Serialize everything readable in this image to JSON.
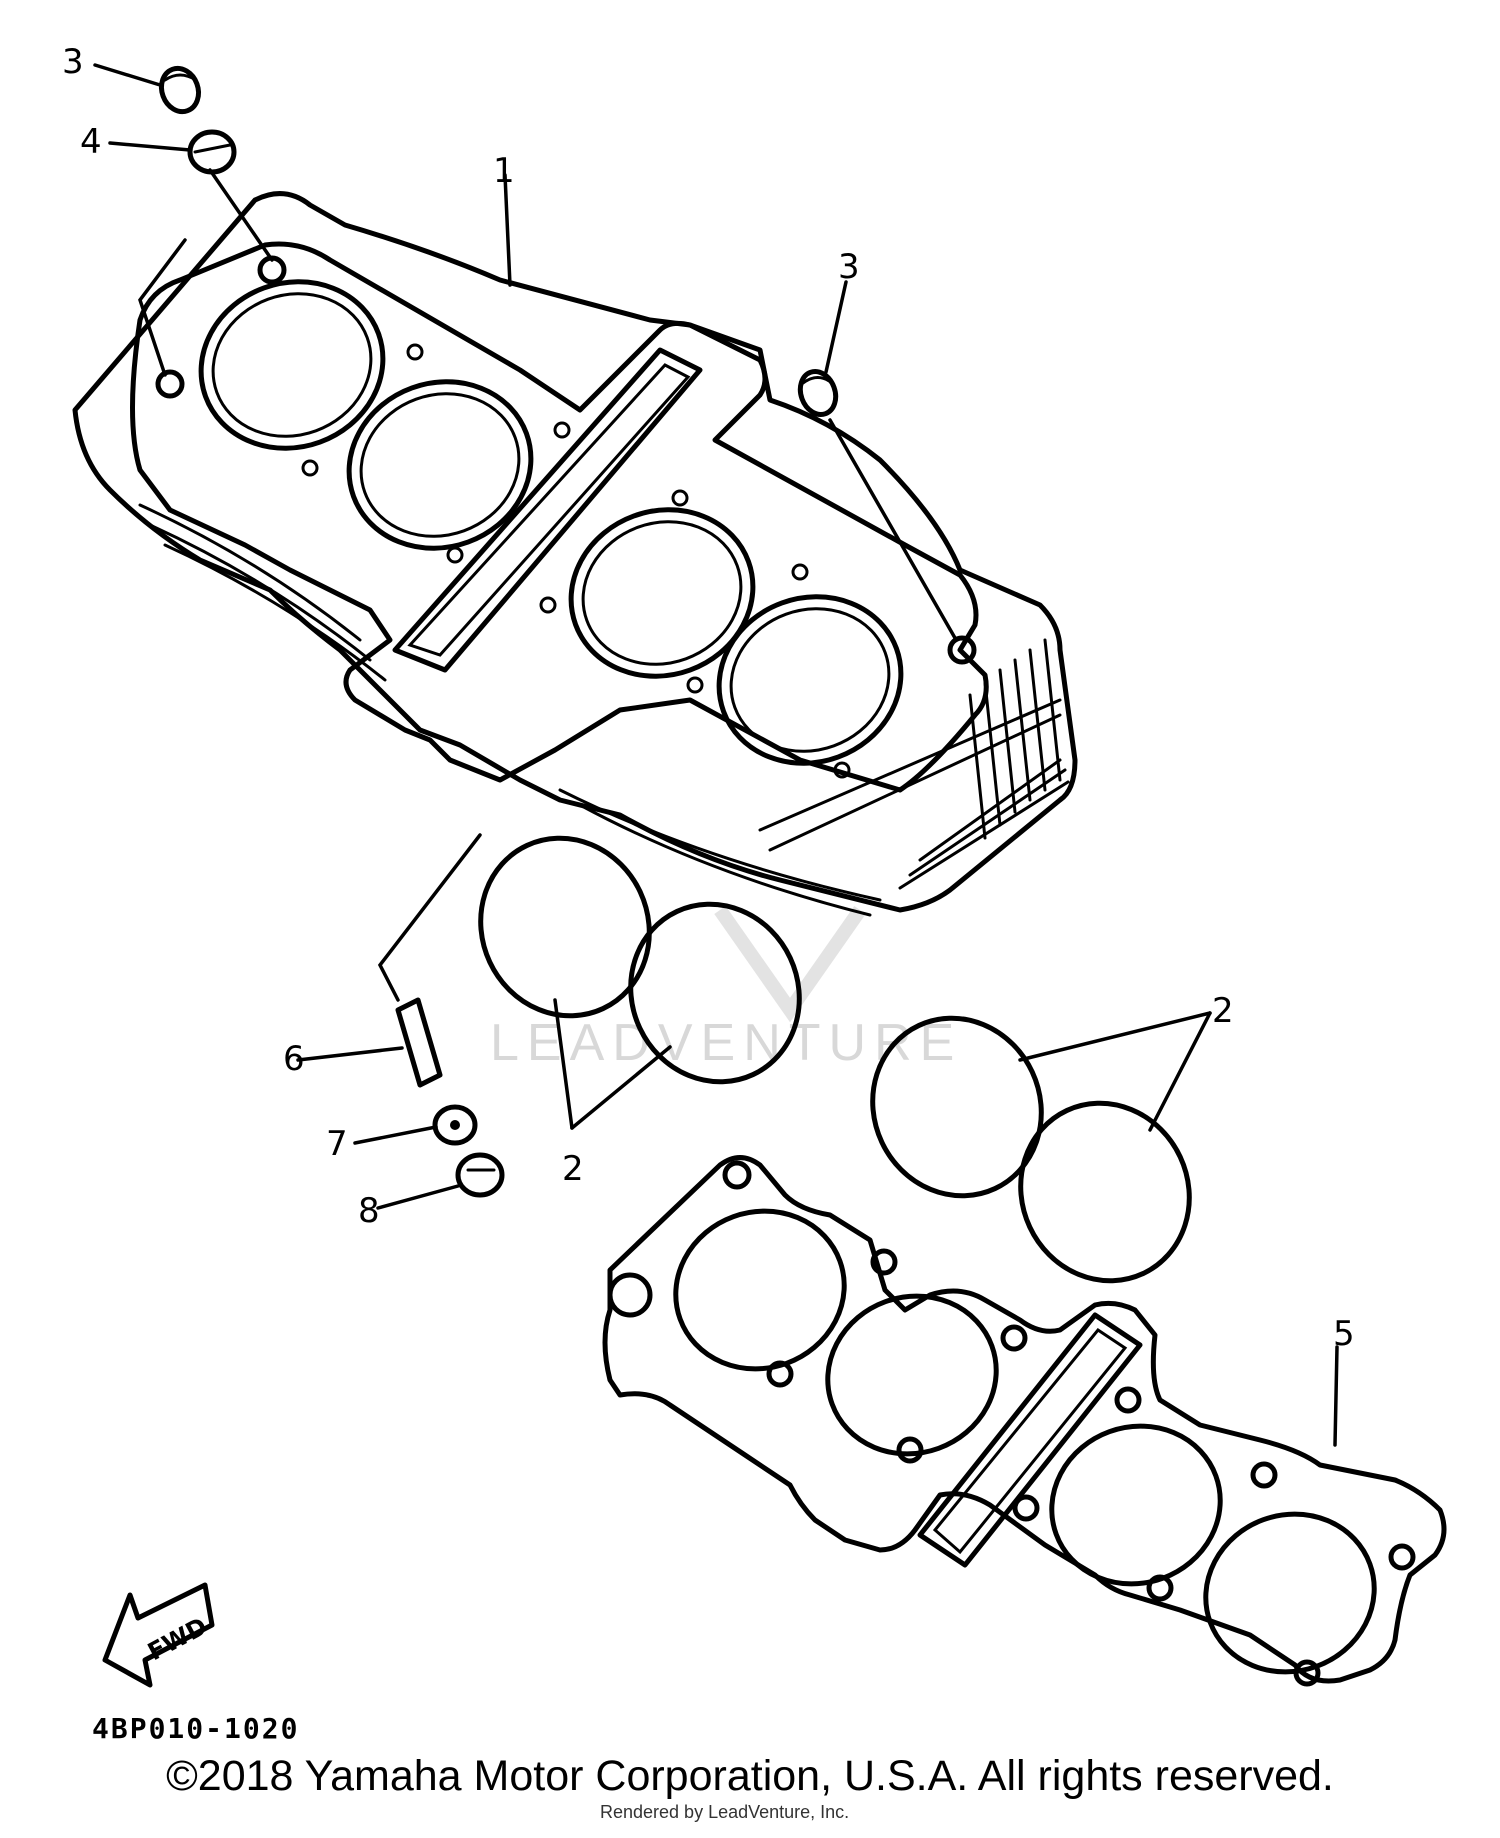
{
  "callouts": {
    "part_1": "1",
    "part_2a": "2",
    "part_2b": "2",
    "part_3a": "3",
    "part_3b": "3",
    "part_4": "4",
    "part_5": "5",
    "part_6": "6",
    "part_7": "7",
    "part_8": "8"
  },
  "fwd_label": "FWD",
  "diagram_code": "4BP010-1020",
  "watermark": "LEADVENTURE",
  "watermark_credit": "Rendered by LeadVenture, Inc.",
  "copyright": "©2018 Yamaha Motor Corporation, U.S.A. All rights reserved."
}
